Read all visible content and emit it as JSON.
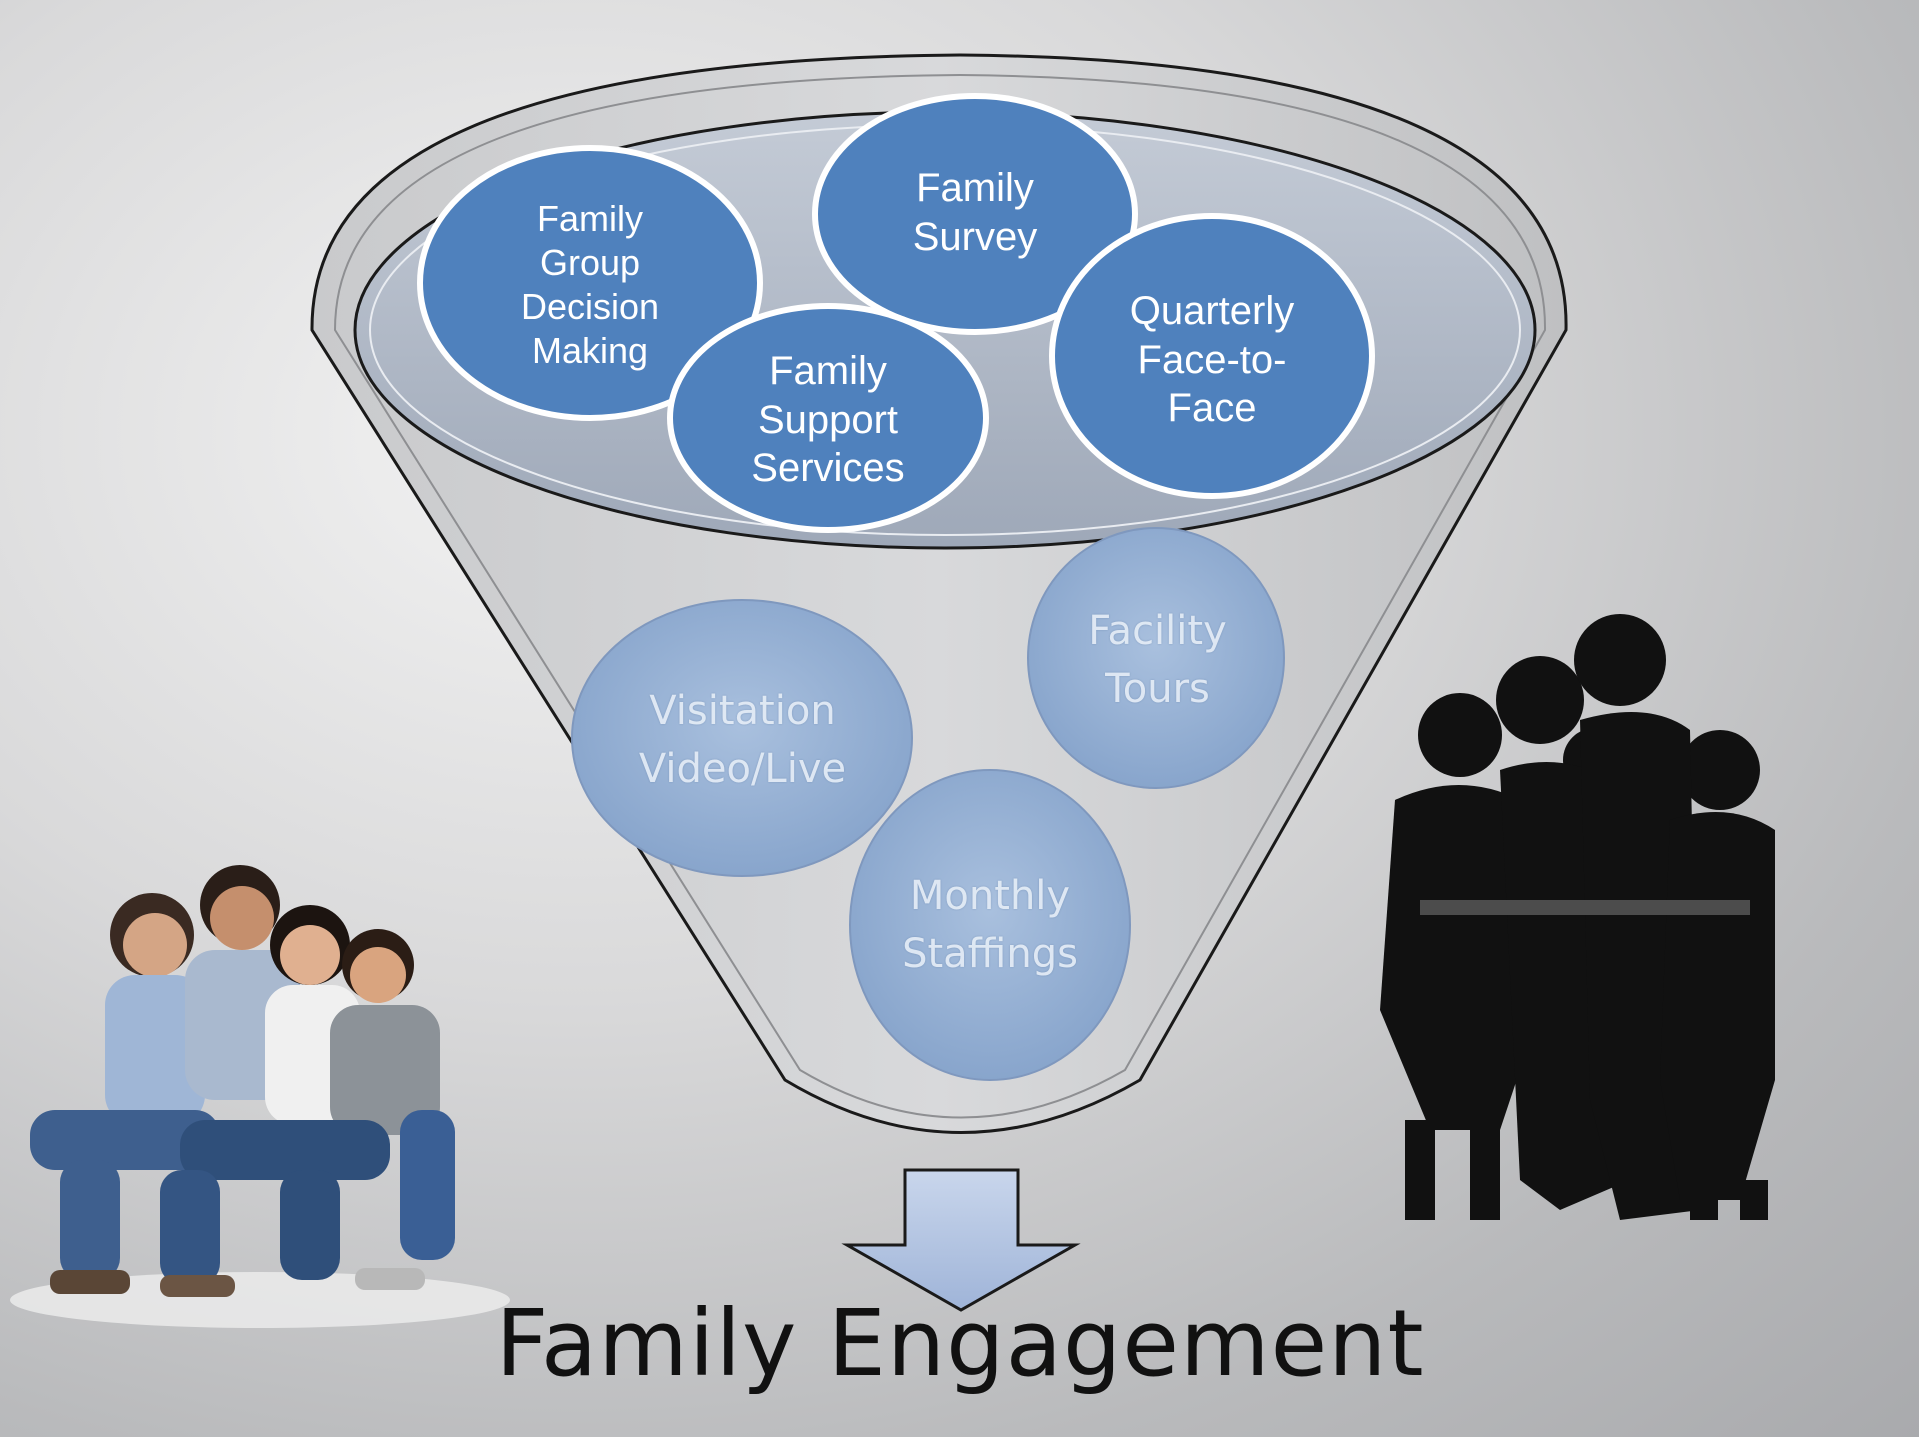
{
  "colors": {
    "circle_fill": "#4f81bd",
    "circle_stroke": "#ffffff",
    "faded_circle_fill": "#9ab4d6",
    "arrow_fill": "#b9c9e6",
    "funnel_outline": "#1a1a1a",
    "title_color": "#111111"
  },
  "funnel_top_items": [
    {
      "label": "Family\nGroup\nDecision\nMaking"
    },
    {
      "label": "Family\nSurvey"
    },
    {
      "label": "Family\nSupport\nServices"
    },
    {
      "label": "Quarterly\nFace-to-\nFace"
    }
  ],
  "funnel_inner_items": [
    {
      "label": "Visitation\nVideo/Live"
    },
    {
      "label": "Facility\nTours"
    },
    {
      "label": "Monthly\nStaffings"
    }
  ],
  "output_label": "Family Engagement",
  "images": [
    {
      "name": "family-photo",
      "description_icon": "family-photo-image"
    },
    {
      "name": "family-sketch",
      "description_icon": "family-sketch-image"
    }
  ]
}
